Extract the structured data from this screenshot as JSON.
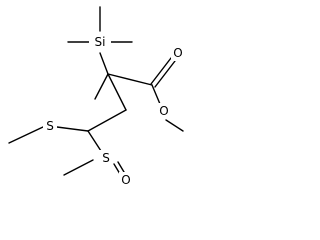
{
  "molecule": {
    "atoms": {
      "si": "Si",
      "o_carbonyl": "O",
      "o_ester": "O",
      "s_thio": "S",
      "s_sulfinyl": "S",
      "o_sulfinyl": "O"
    }
  }
}
